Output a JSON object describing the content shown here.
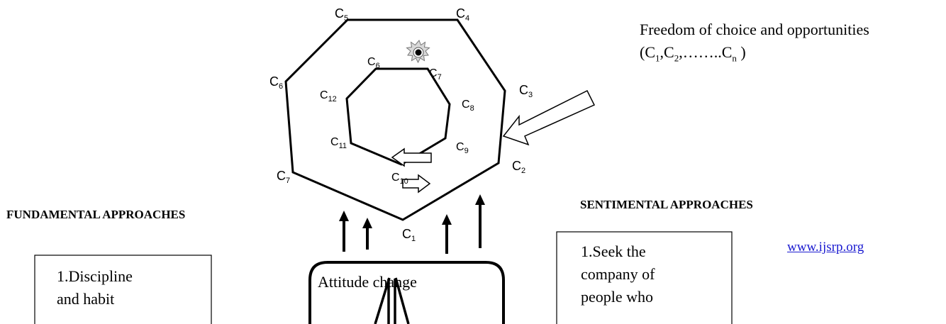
{
  "outer_labels": {
    "c5": "C5",
    "c4": "C4",
    "c6": "C6",
    "c3": "C3",
    "c7": "C7",
    "c2": "C2",
    "c1": "C1"
  },
  "inner_labels": {
    "c6": "C6",
    "c7": "C7",
    "c12": "C12",
    "c8": "C8",
    "c11": "C11",
    "c9": "C9",
    "c10": "C10"
  },
  "freedom": {
    "line1": "Freedom of choice and opportunities",
    "line2_prefix": "(C",
    "sub1": "1",
    "sep1": ",C",
    "sub2": "2",
    "sep2": ",……..C",
    "subn": "n",
    "close": " )"
  },
  "headings": {
    "fundamental": "FUNDAMENTAL  APPROACHES",
    "sentimental": "SENTIMENTAL APPROACHES"
  },
  "attitude": "Attitude change",
  "left_box": [
    "1.Discipline",
    "and habit"
  ],
  "right_box": [
    "1.Seek the",
    "company of",
    "people who"
  ],
  "link": "www.ijsrp.org"
}
